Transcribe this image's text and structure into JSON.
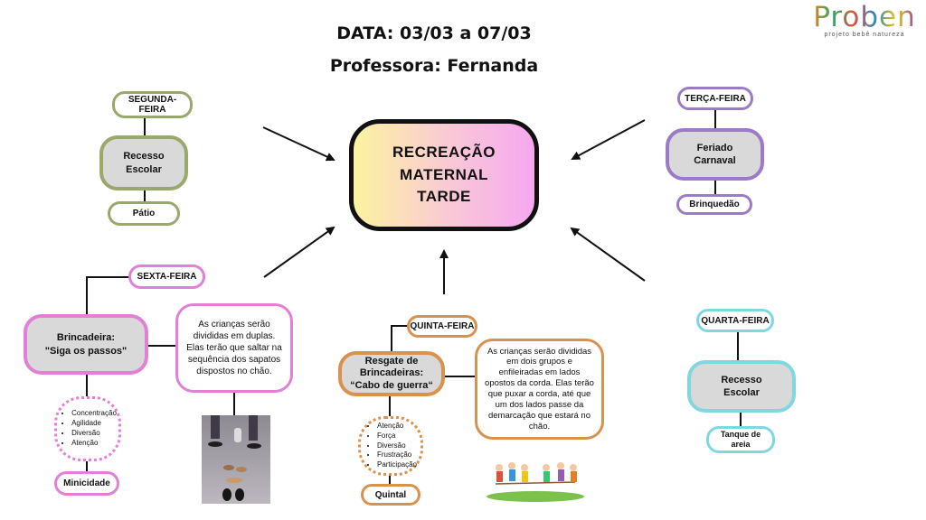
{
  "header": {
    "date": "DATA: 03/03 a 07/03",
    "teacher": "Professora: Fernanda"
  },
  "logo": {
    "word": "Proben",
    "subtitle": "projeto bebê natureza"
  },
  "center": {
    "line1": "RECREAÇÃO",
    "line2": "MATERNAL",
    "line3": "TARDE"
  },
  "monday": {
    "day": "SEGUNDA-FEIRA",
    "activity_line1": "Recesso",
    "activity_line2": "Escolar",
    "place": "Pátio"
  },
  "tuesday": {
    "day": "TERÇA-FEIRA",
    "activity_line1": "Feriado",
    "activity_line2": "Carnaval",
    "place": "Brinquedão"
  },
  "wednesday": {
    "day": "QUARTA-FEIRA",
    "activity_line1": "Recesso",
    "activity_line2": "Escolar",
    "place_line1": "Tanque de",
    "place_line2": "areia"
  },
  "thursday": {
    "day": "QUINTA-FEIRA",
    "activity_line1": "Resgate de",
    "activity_line2": "Brincadeiras:",
    "activity_line3": "“Cabo de guerra“",
    "description": "As crianças serão divididas em dois grupos e enfileiradas em lados opostos da corda. Elas terão que puxar a corda, até que um dos lados passe da demarcação que estará no chão.",
    "skills": [
      "Atenção",
      "Força",
      "Diversão",
      "Frustração",
      "Participação"
    ],
    "place": "Quintal"
  },
  "friday": {
    "day": "SEXTA-FEIRA",
    "activity_line1": "Brincadeira:",
    "activity_line2": "\"Siga os passos\"",
    "description": "As crianças serão divididas em duplas. Elas terão que saltar na sequência dos sapatos dispostos no chão.",
    "skills": [
      "Concentração",
      "Agilidade",
      "Diversão",
      "Atenção"
    ],
    "place": "Minicidade"
  },
  "colors": {
    "monday": "#9aa86a",
    "tuesday": "#9b7bc7",
    "wednesday": "#7fd8e0",
    "thursday": "#d9914e",
    "friday": "#e27fd6"
  }
}
